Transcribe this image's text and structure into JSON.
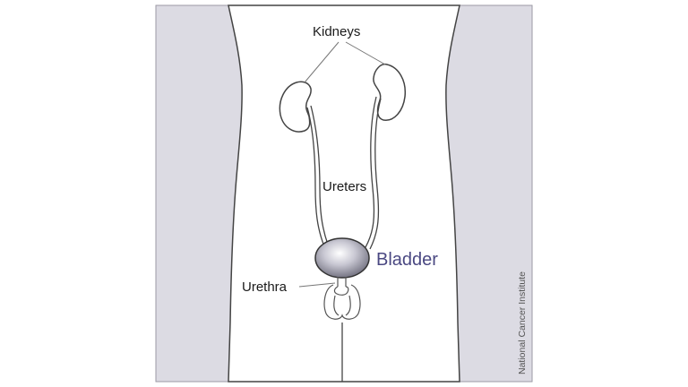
{
  "diagram": {
    "labels": {
      "kidneys": "Kidneys",
      "ureters": "Ureters",
      "bladder": "Bladder",
      "urethra": "Urethra"
    },
    "credit": "National Cancer Institute",
    "colors": {
      "background_panel": "#dcdbe3",
      "body_fill": "#ffffff",
      "outline": "#444444",
      "bladder_accent": "#4a4882",
      "bladder_fill": "#a9a8b6"
    }
  }
}
